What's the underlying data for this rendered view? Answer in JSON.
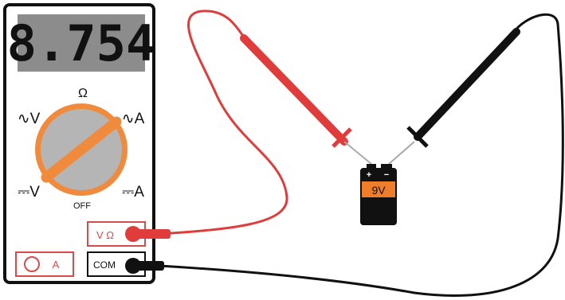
{
  "multimeter": {
    "display_reading": "8.754",
    "dial_labels": {
      "ohm": "Ω",
      "ac_volts": "∿V",
      "ac_amps": "∿A",
      "dc_volts": "⎓V",
      "dc_amps": "⎓A",
      "off": "OFF"
    },
    "jacks": {
      "volt_ohm": "V Ω",
      "amps": "A",
      "common": "COM"
    },
    "dial_position": "dc_volts"
  },
  "battery": {
    "label": "9V",
    "plus": "+",
    "minus": "−"
  },
  "colors": {
    "red_probe": "#e03c3c",
    "black_probe": "#111111",
    "dial_orange": "#f08a3c",
    "dial_gray": "#b5b5b5",
    "display_bg": "#8c8c8c",
    "jack_red": "#d94a4a",
    "battery_orange": "#f07d2a"
  }
}
